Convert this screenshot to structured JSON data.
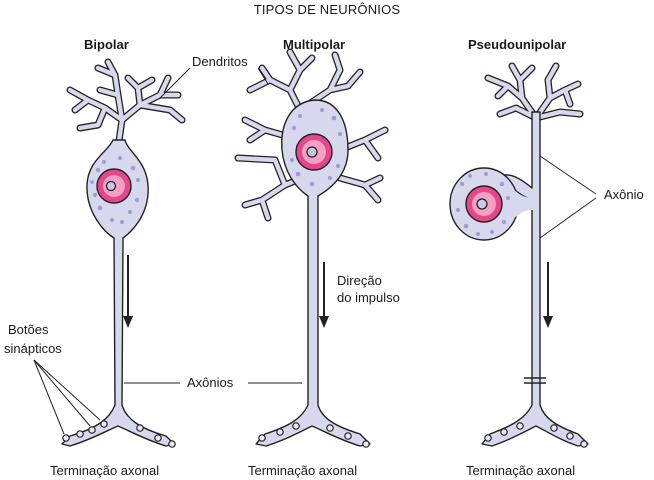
{
  "title": "TIPOS DE NEURÔNIOS",
  "neurons": [
    {
      "name": "Bipolar",
      "terminal_label": "Terminação axonal"
    },
    {
      "name": "Multipolar",
      "terminal_label": "Terminação axonal"
    },
    {
      "name": "Pseudounipolar",
      "terminal_label": "Terminação axonal"
    }
  ],
  "labels": {
    "dendrites": "Dendritos",
    "axon_singular": "Axônio",
    "axons": "Axônios",
    "impulse_direction_line1": "Direção",
    "impulse_direction_line2": "do impulso",
    "synaptic_buttons_line1": "Botões",
    "synaptic_buttons_line2": "sinápticos"
  },
  "colors": {
    "cell_body": "#d7d7ee",
    "nucleus": "#e4478a",
    "nucleus_inner": "#f5a0c4",
    "granules": "#8b8bc4",
    "outline": "#222222"
  }
}
